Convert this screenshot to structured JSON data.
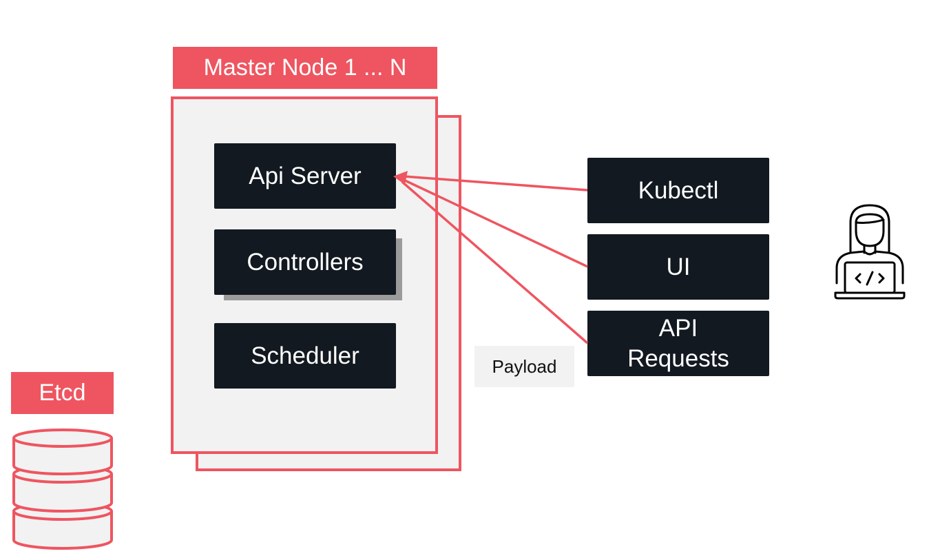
{
  "diagram": {
    "master_title": "Master Node 1 ... N",
    "components": {
      "api_server": "Api Server",
      "controllers": "Controllers",
      "scheduler": "Scheduler"
    },
    "clients": {
      "kubectl": "Kubectl",
      "ui": "UI",
      "api_requests_line1": "API",
      "api_requests_line2": "Requests"
    },
    "payload_label": "Payload",
    "etcd_label": "Etcd",
    "icons": {
      "developer": "developer-laptop-icon",
      "database": "database-icon"
    },
    "colors": {
      "accent": "#ee5560",
      "box_dark": "#121920",
      "panel_bg": "#f2f2f2",
      "shadow": "#9b9b9b"
    }
  }
}
